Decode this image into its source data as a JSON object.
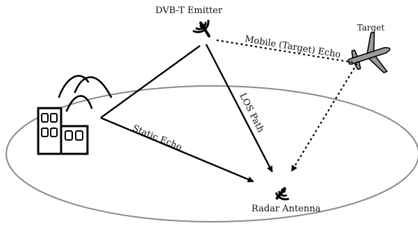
{
  "labels": {
    "emitter": "DVB-T Emitter",
    "target": "Target",
    "mobile_echo": "Mobile (Target) Echo",
    "los_path": "LOS Path",
    "static_echo": "Static Echo",
    "radar": "Radar Antenna"
  },
  "icons": {
    "emitter": "broadcast-antenna-icon",
    "target": "airplane-icon",
    "building": "building-icon",
    "radar": "radar-dish-icon",
    "hills": "mountain-icon"
  },
  "colors": {
    "stroke": "#000000",
    "ellipse": "#8a8a8a",
    "plane": "#9a9a9a"
  }
}
